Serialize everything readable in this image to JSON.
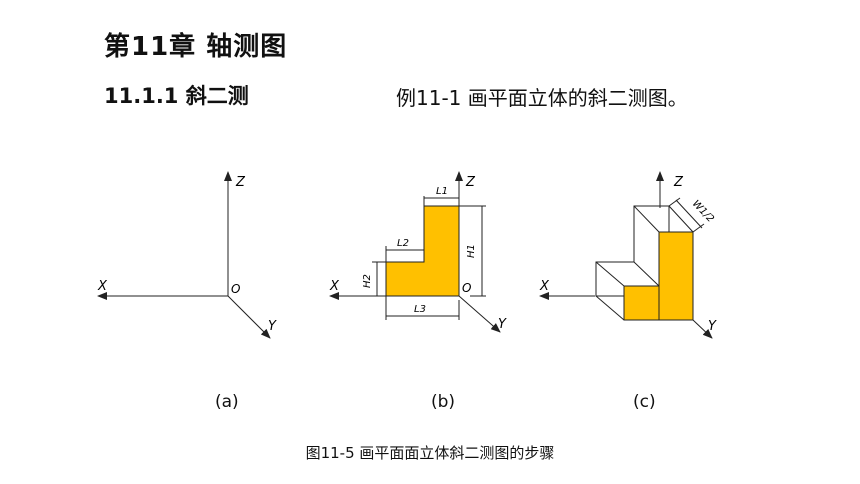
{
  "page": {
    "title": "第11章  轴测图",
    "section": "11.1.1  斜二测",
    "example": "例11-1 画平面立体的斜二测图。",
    "caption": "图11-5 画平面面立体斜二测图的步骤"
  },
  "figures": {
    "a": {
      "label": "(a)",
      "axis_x": "X",
      "axis_y": "Y",
      "axis_z": "Z",
      "origin": "O"
    },
    "b": {
      "label": "(b)",
      "axis_x": "X",
      "axis_y": "Y",
      "axis_z": "Z",
      "origin": "O",
      "dim_l1": "L1",
      "dim_l2": "L2",
      "dim_l3": "L3",
      "dim_h1": "H1",
      "dim_h2": "H2"
    },
    "c": {
      "label": "(c)",
      "axis_x": "X",
      "axis_y": "Y",
      "axis_z": "Z",
      "dim_w": "W1/2"
    }
  },
  "colors": {
    "fill": "#ffc000",
    "line": "#222222"
  }
}
